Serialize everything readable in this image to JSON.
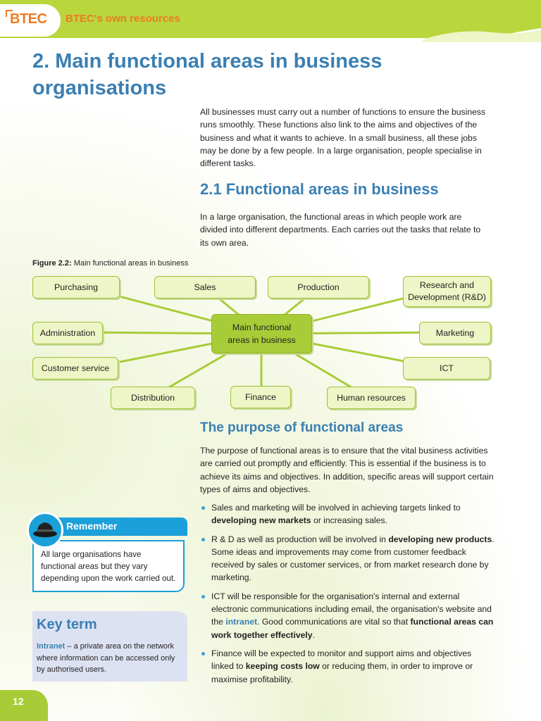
{
  "header": {
    "logo": "BTEC",
    "series_title": "BTEC's own resources"
  },
  "title": "2. Main functional areas in business organisations",
  "intro": "All businesses must carry out a number of functions to ensure the business runs smoothly. These functions also link to the aims and objectives of the business and what it wants to achieve. In a small business, all these jobs may be done by a few people. In a large organisation, people specialise in different tasks.",
  "section_2_1": {
    "heading": "2.1 Functional areas in business",
    "text": "In a large organisation, the functional areas in which people work are divided into different departments. Each carries out the tasks that relate to its own area."
  },
  "figure": {
    "label": "Figure 2.2:",
    "caption": "Main functional areas in business",
    "center_line1": "Main functional",
    "center_line2": "areas in business",
    "nodes": {
      "purchasing": "Purchasing",
      "sales": "Sales",
      "production": "Production",
      "rd_line1": "Research and",
      "rd_line2": "Development (R&D)",
      "administration": "Administration",
      "marketing": "Marketing",
      "customer_service": "Customer service",
      "ict": "ICT",
      "distribution": "Distribution",
      "finance": "Finance",
      "human_resources": "Human resources"
    }
  },
  "purpose": {
    "heading": "The purpose of functional areas",
    "text": "The purpose of functional areas is to ensure that the vital business activities are carried out promptly and efficiently. This is essential if the business is to achieve its aims and objectives. In addition, specific areas will support certain types of aims and objectives.",
    "bullets": [
      {
        "a": "Sales and marketing will be involved in achieving targets linked to ",
        "b": "developing new markets",
        "c": " or increasing sales."
      },
      {
        "a": "R & D as well as production will be involved in ",
        "b": "developing new products",
        "c": ". Some ideas and improvements may come from customer feedback received by sales or customer services, or from market research done by marketing."
      },
      {
        "a": "ICT will be responsible for the organisation's internal and external electronic communications including email, the organisation's website and the ",
        "term": "intranet",
        "a2": ". Good communications are vital so that ",
        "b": "functional areas can work together effectively",
        "c": "."
      },
      {
        "a": "Finance will be expected to monitor and support aims and objectives linked to ",
        "b": "keeping costs low",
        "c": " or reducing them, in order to improve or maximise profitability."
      }
    ]
  },
  "remember": {
    "title": "Remember",
    "text": "All large organisations have functional areas but they vary depending upon the work carried out."
  },
  "keyterm": {
    "title": "Key term",
    "term": "Intranet",
    "definition": " – a private area on the network where information can be accessed only by authorised users."
  },
  "page_number": "12",
  "colors": {
    "header_green": "#b9d63c",
    "title_blue": "#3a7fb3",
    "orange": "#ee7a22",
    "node_fill": "#eef5c6",
    "center_fill": "#a8cc38",
    "remember_blue": "#1ba0da"
  }
}
